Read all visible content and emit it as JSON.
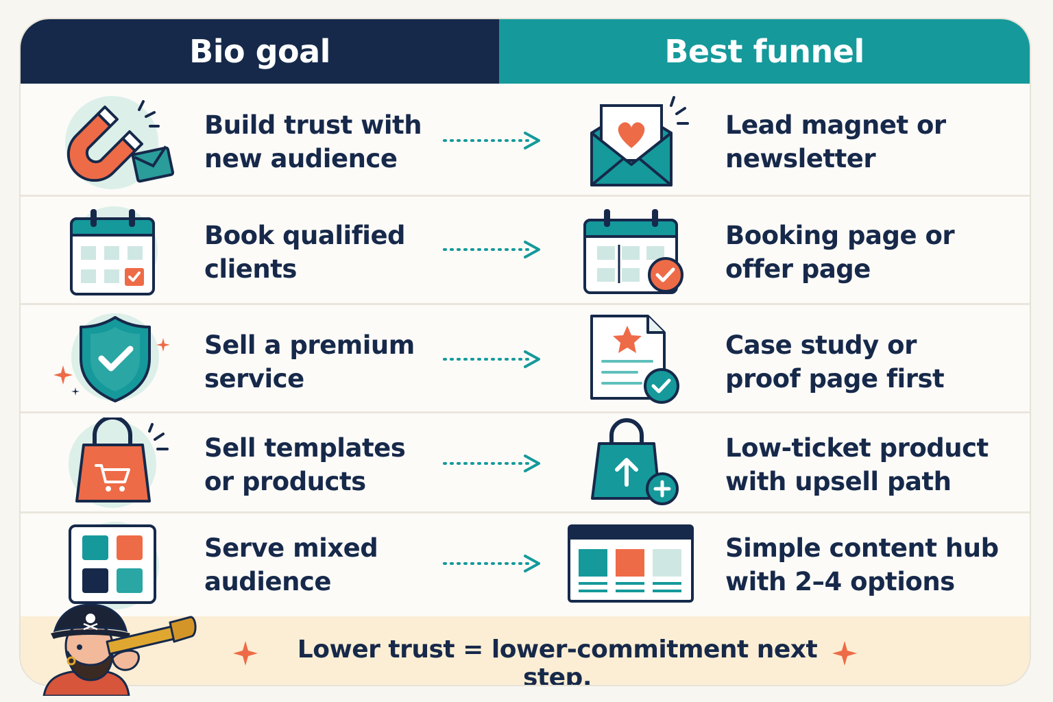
{
  "header": {
    "left_title": "Bio goal",
    "right_title": "Best funnel"
  },
  "rows": [
    {
      "goal": [
        "Build trust with",
        "new audience"
      ],
      "funnel": [
        "Lead magnet or",
        "newsletter"
      ],
      "goal_icon": "magnet-icon",
      "funnel_icon": "envelope-heart-icon"
    },
    {
      "goal": [
        "Book qualified",
        "clients"
      ],
      "funnel": [
        "Booking page or",
        "offer page"
      ],
      "goal_icon": "calendar-icon",
      "funnel_icon": "calendar-check-icon"
    },
    {
      "goal": [
        "Sell a premium",
        "service"
      ],
      "funnel": [
        "Case study or",
        "proof page first"
      ],
      "goal_icon": "shield-check-icon",
      "funnel_icon": "document-star-icon"
    },
    {
      "goal": [
        "Sell templates",
        "or products"
      ],
      "funnel": [
        "Low-ticket product",
        "with upsell path"
      ],
      "goal_icon": "shopping-bag-icon",
      "funnel_icon": "bag-upsell-icon"
    },
    {
      "goal": [
        "Serve mixed",
        "audience"
      ],
      "funnel": [
        "Simple content hub",
        "with 2–4 options"
      ],
      "goal_icon": "grid-icon",
      "funnel_icon": "content-hub-icon"
    }
  ],
  "footer": {
    "text": "Lower trust = lower-commitment next step.",
    "mascot_icon": "pirate-telescope-icon"
  },
  "colors": {
    "navy": "#16294a",
    "teal": "#15999b",
    "orange": "#ee6b47",
    "cream": "#fbeed4"
  }
}
